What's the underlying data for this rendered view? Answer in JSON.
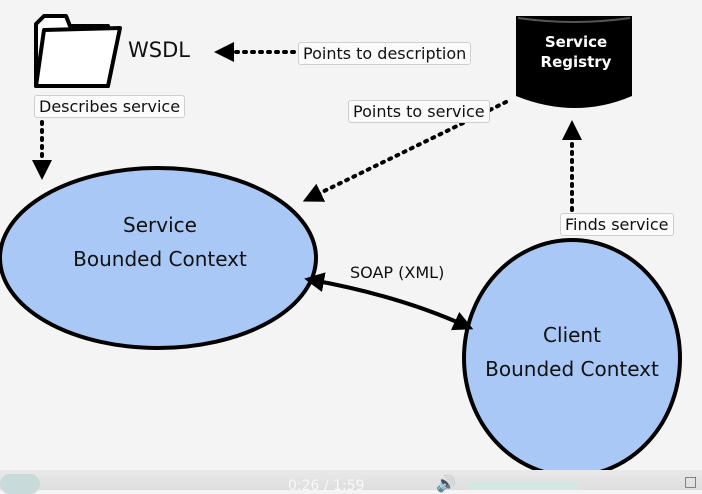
{
  "diagram": {
    "wsdl_label": "WSDL",
    "points_to_description": "Points to description",
    "describes_service": "Describes service",
    "points_to_service": "Points to service",
    "registry_line1": "Service",
    "registry_line2": "Registry",
    "service_line1": "Service",
    "service_line2": "Bounded Context",
    "soap_label": "SOAP (XML)",
    "finds_service": "Finds service",
    "client_line1": "Client",
    "client_line2": "Bounded Context",
    "colors": {
      "ellipse_fill": "#a9c8f5",
      "registry_fill": "#000000",
      "background": "#f4f4f4"
    }
  },
  "player": {
    "time": "0:26 / 1:59",
    "volume_icon": "speaker-icon",
    "fullscreen_icon": "fullscreen-icon"
  }
}
